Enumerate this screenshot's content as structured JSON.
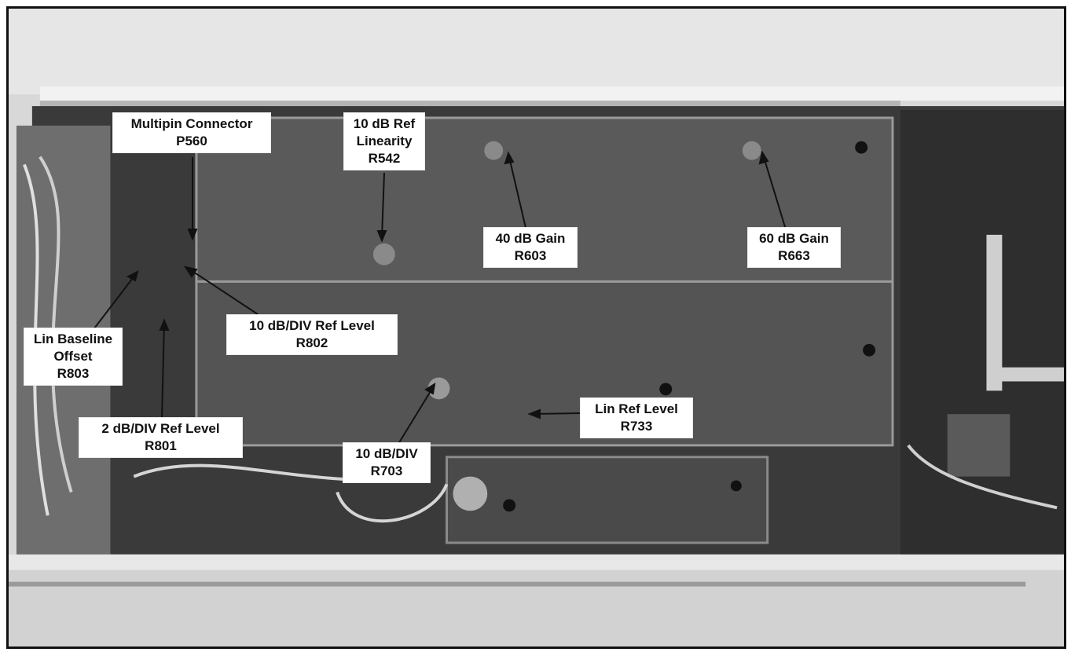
{
  "callouts": [
    {
      "name": "multipin-connector-p560",
      "lines": [
        "Multipin Connector",
        "P560"
      ]
    },
    {
      "name": "ref-linearity-r542",
      "lines": [
        "10 dB Ref",
        "Linearity",
        "R542"
      ]
    },
    {
      "name": "gain-40db-r603",
      "lines": [
        "40 dB Gain",
        "R603"
      ]
    },
    {
      "name": "gain-60db-r663",
      "lines": [
        "60 dB Gain",
        "R663"
      ]
    },
    {
      "name": "ref-level-10db-div-r802",
      "lines": [
        "10 dB/DIV Ref Level",
        "R802"
      ]
    },
    {
      "name": "lin-baseline-offset-r803",
      "lines": [
        "Lin Baseline",
        "Offset",
        "R803"
      ]
    },
    {
      "name": "ref-level-2db-div-r801",
      "lines": [
        "2 dB/DIV Ref Level",
        "R801"
      ]
    },
    {
      "name": "db-div-r703",
      "lines": [
        "10 dB/DIV",
        "R703"
      ]
    },
    {
      "name": "lin-ref-level-r733",
      "lines": [
        "Lin Ref Level",
        "R733"
      ]
    }
  ]
}
